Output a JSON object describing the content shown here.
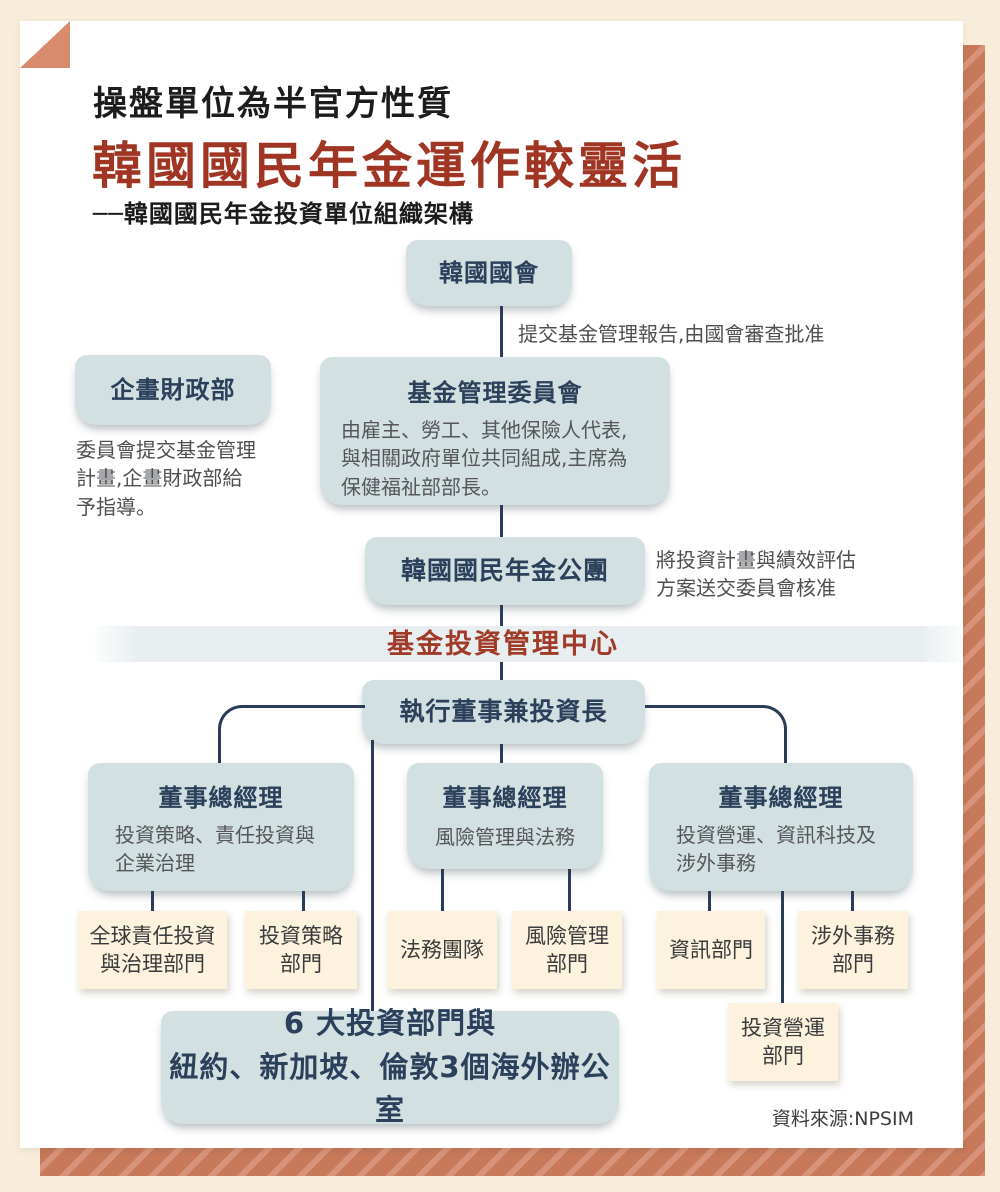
{
  "header": {
    "kicker": "操盤單位為半官方性質",
    "title": "韓國國民年金運作較靈活",
    "subtitle": "──韓國國民年金投資單位組織架構"
  },
  "org": {
    "assembly": {
      "label": "韓國國會",
      "note": "提交基金管理報告,由國會審查批准"
    },
    "ministry": {
      "label": "企畫財政部",
      "note": "委員會提交基金管理\n計畫,企畫財政部給\n予指導。"
    },
    "committee": {
      "label": "基金管理委員會",
      "desc": "由雇主、勞工、其他保險人代表,\n與相關政府單位共同組成,主席為\n保健福祉部部長。"
    },
    "corporation": {
      "label": "韓國國民年金公團",
      "note": "將投資計畫與績效評估\n方案送交委員會核准"
    },
    "band": {
      "label": "基金投資管理中心"
    },
    "cio": {
      "label": "執行董事兼投資長"
    },
    "directors": [
      {
        "title": "董事總經理",
        "desc": "投資策略、責任投資與\n企業治理"
      },
      {
        "title": "董事總經理",
        "desc": "風險管理與法務"
      },
      {
        "title": "董事總經理",
        "desc": "投資營運、資訊科技及\n涉外事務"
      }
    ],
    "departments": [
      "全球責任投資\n與治理部門",
      "投資策略\n部門",
      "法務團隊",
      "風險管理\n部門",
      "資訊部門",
      "涉外事務\n部門",
      "投資營運\n部門"
    ],
    "overseas": {
      "label": "6 大投資部門與\n紐約、新加坡、倫敦3個海外辦公室"
    },
    "source": "資料來源:NPSIM"
  },
  "colors": {
    "accent_red": "#a03b28",
    "title_red": "#a03523",
    "navy_text": "#2b405a",
    "line_navy": "#2b3c58",
    "box_blue": "#d3e0e2",
    "box_cream": "#fcf2dd",
    "band_gray": "#e8eef0",
    "frame_terracotta": "#c7795a",
    "frame_stripe_light": "#d8947b",
    "corner_triangle": "#d98b6d",
    "outer_cream": "#f8edda"
  }
}
